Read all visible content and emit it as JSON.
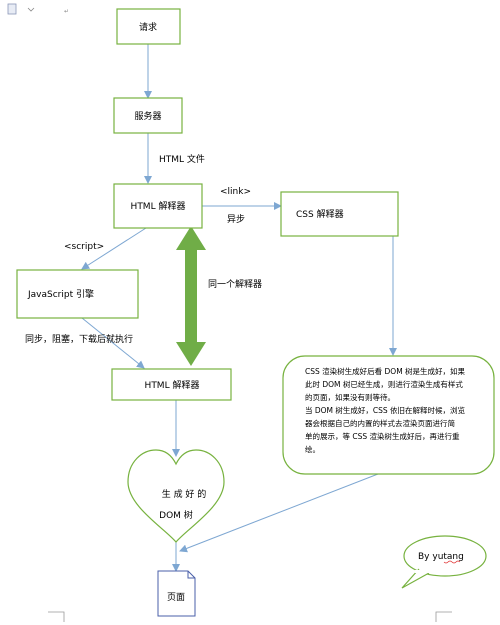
{
  "nodes": {
    "request": "请求",
    "server": "服务器",
    "html_parser_1": "HTML 解释器",
    "css_parser": "CSS 解释器",
    "js_engine": "JavaScript 引擎",
    "html_parser_2": "HTML 解释器",
    "dom_tree_line1": "生 成 好 的",
    "dom_tree_line2": "DOM 树",
    "page": "页面",
    "signature": "By yutang"
  },
  "edge_labels": {
    "html_file": "HTML 文件",
    "link": "<link>",
    "async": "异步",
    "script": "<script>",
    "same_parser": "同一个解释器",
    "sync_note": "同步，阻塞，下载后就执行"
  },
  "note": {
    "lines": [
      "CSS 渲染树生成好后看 DOM 树是生成好，如果",
      "此时 DOM 树已经生成，则进行渲染生成有样式",
      "的页面，如果没有则等待。",
      "当 DOM 树生成好，CSS 依旧在解释时候，浏览",
      "器会根据自己的内置的样式去渲染页面进行简",
      "单的展示，等 CSS 渲染树生成好后，再进行重",
      "绘。"
    ]
  },
  "colors": {
    "box_border": "#77b23f",
    "arrow": "#7ea7d2",
    "big_arrow": "#70ad47",
    "signature_underline": "#e03030"
  }
}
